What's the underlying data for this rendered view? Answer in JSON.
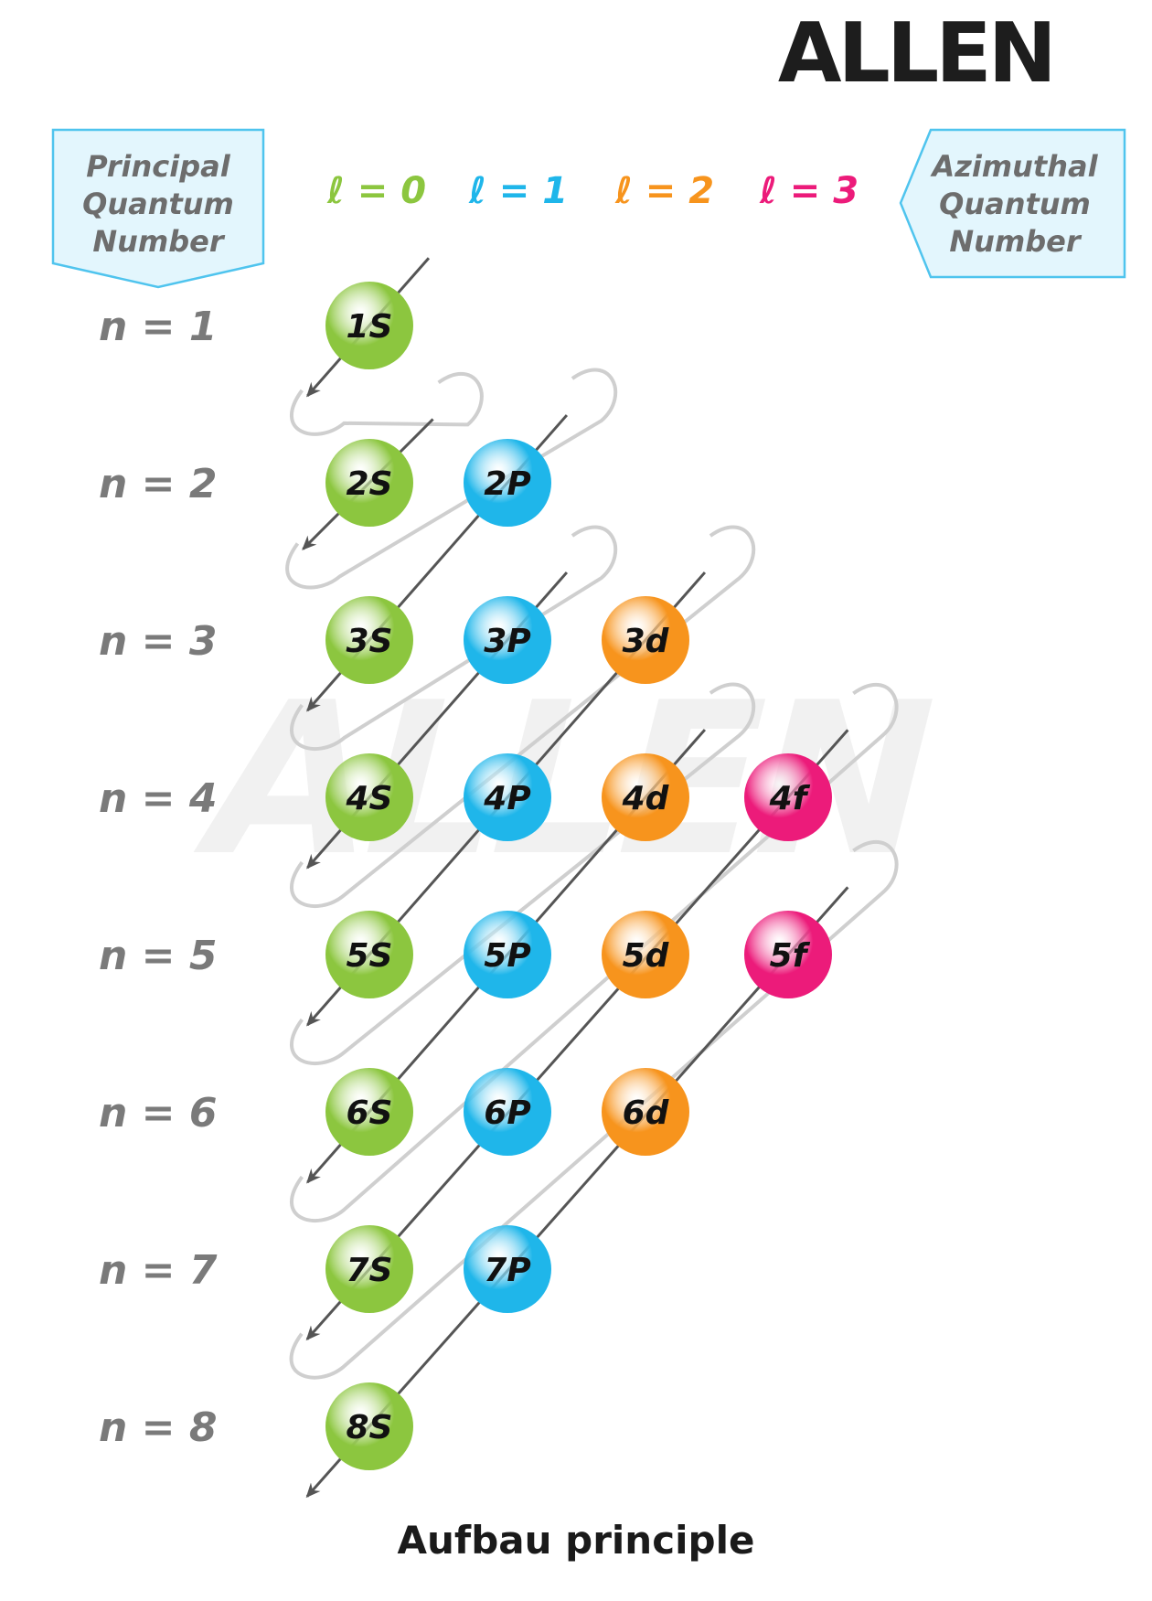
{
  "brand": "ALLEN",
  "watermark": "ALLEN",
  "title": "Aufbau principle",
  "principal_box": [
    "Principal",
    "Quantum",
    "Number"
  ],
  "azimuthal_box": [
    "Azimuthal",
    "Quantum",
    "Number"
  ],
  "l_labels": [
    {
      "text": "ℓ = 0",
      "color": "#8cc63f"
    },
    {
      "text": "ℓ = 1",
      "color": "#1fb6ea"
    },
    {
      "text": "ℓ = 2",
      "color": "#f7941d"
    },
    {
      "text": "ℓ = 3",
      "color": "#ec1b7a"
    }
  ],
  "n_labels": [
    "n = 1",
    "n = 2",
    "n = 3",
    "n = 4",
    "n = 5",
    "n = 6",
    "n = 7",
    "n = 8"
  ],
  "colors": {
    "s": "#8cc63f",
    "p": "#1fb6ea",
    "d": "#f7941d",
    "f": "#ec1b7a",
    "box_fill": "#e3f6fd",
    "box_stroke": "#4fc4ee",
    "label_gray": "#7a7a7a"
  },
  "orbitals": [
    [
      "1S"
    ],
    [
      "2S",
      "2P"
    ],
    [
      "3S",
      "3P",
      "3d"
    ],
    [
      "4S",
      "4P",
      "4d",
      "4f"
    ],
    [
      "5S",
      "5P",
      "5d",
      "5f"
    ],
    [
      "6S",
      "6P",
      "6d"
    ],
    [
      "7S",
      "7P"
    ],
    [
      "8S"
    ]
  ]
}
